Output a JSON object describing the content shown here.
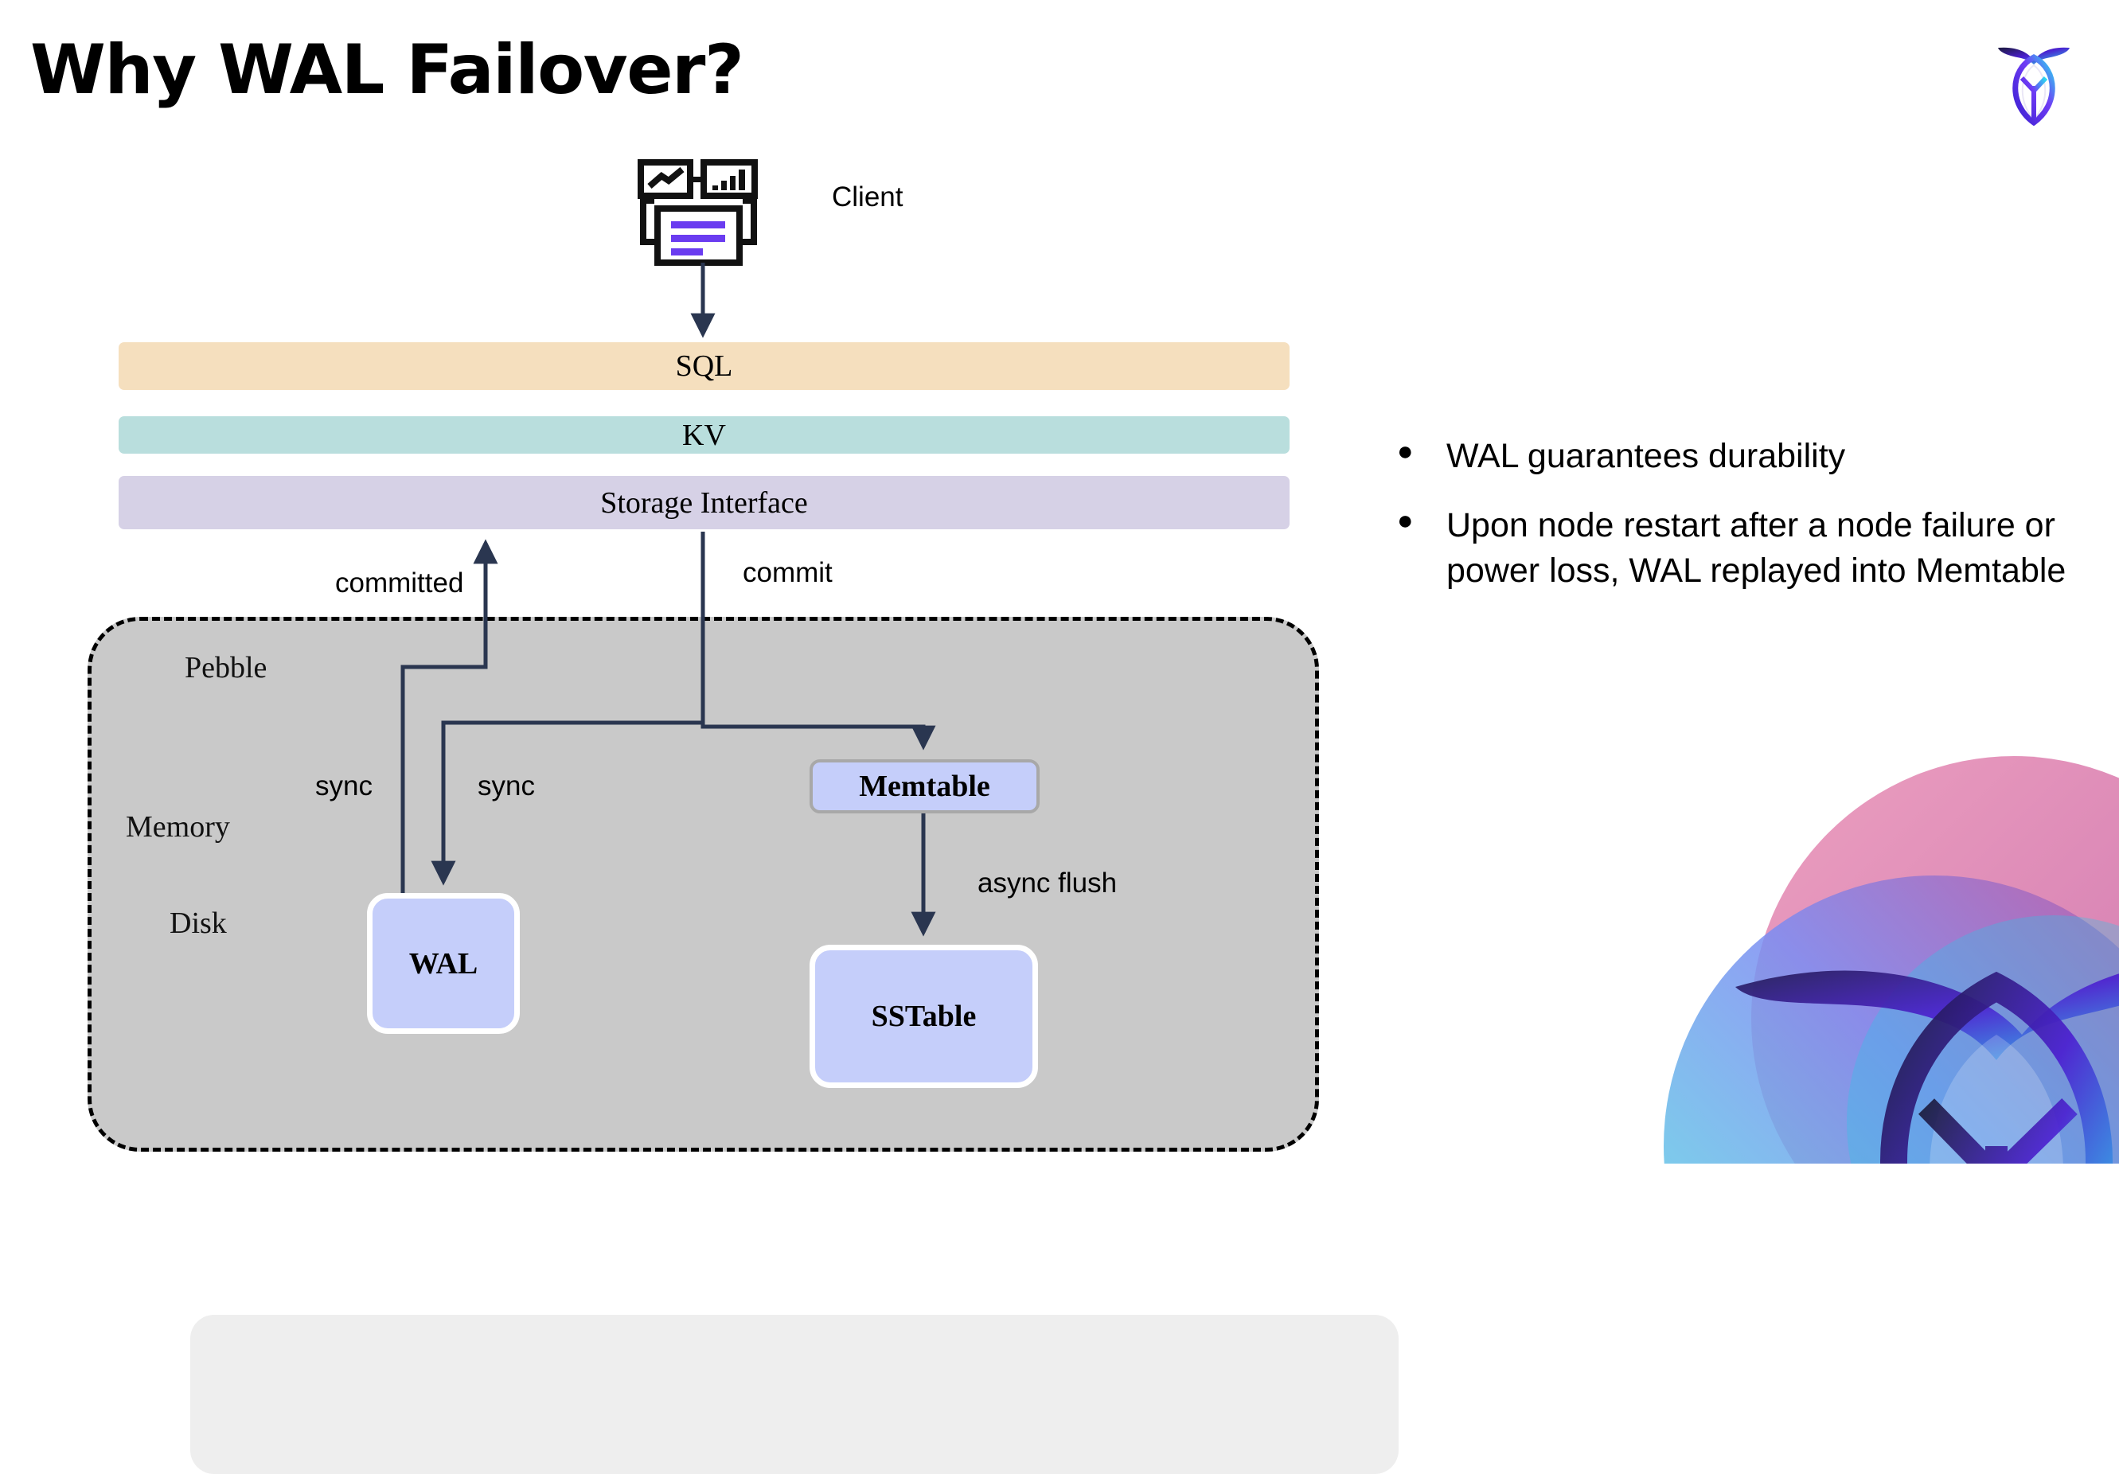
{
  "slide": {
    "title": "Why WAL Failover?",
    "background_color": "#ffffff"
  },
  "brand": {
    "logo_name": "cockroachdb-logo",
    "gradient_colors": [
      "#1b1a3b",
      "#4b1fd0",
      "#6f3cf5",
      "#29e0f0"
    ]
  },
  "decoration": {
    "watermark_name": "cockroachdb-watermark",
    "colors": [
      "#e0739f",
      "#c0569f",
      "#56e8e0",
      "#6f7cf0",
      "#3b1fd0",
      "#1b1a3b"
    ]
  },
  "diagram": {
    "client": {
      "label": "Client",
      "icon_name": "client-dashboard-icon",
      "accent_color": "#6a3cf0"
    },
    "layers": [
      {
        "id": "sql",
        "label": "SQL",
        "color": "#f5dfbe"
      },
      {
        "id": "kv",
        "label": "KV",
        "color": "#b9dedd"
      },
      {
        "id": "storage",
        "label": "Storage Interface",
        "color": "#d6d1e6"
      }
    ],
    "engine": {
      "label": "Pebble",
      "fill_color": "#c9c9c9",
      "border_style": "dashed",
      "border_color": "#000000",
      "regions": [
        {
          "id": "memory",
          "label": "Memory",
          "color": "#eeeeee"
        },
        {
          "id": "disk",
          "label": "Disk",
          "color": "#c9c9c9"
        }
      ]
    },
    "boxes": [
      {
        "id": "memtable",
        "label": "Memtable",
        "fill": "#c5cefa",
        "border": "#a8a8a8"
      },
      {
        "id": "wal",
        "label": "WAL",
        "fill": "#c5cefa",
        "border": "#ffffff"
      },
      {
        "id": "sstable",
        "label": "SSTable",
        "fill": "#c5cefa",
        "border": "#ffffff"
      }
    ],
    "edges": [
      {
        "id": "client-to-sql",
        "label": "",
        "from": "client",
        "to": "sql"
      },
      {
        "id": "committed",
        "label": "committed",
        "from": "wal",
        "to": "storage"
      },
      {
        "id": "commit",
        "label": "commit",
        "from": "storage",
        "to": "memtable"
      },
      {
        "id": "sync-1",
        "label": "sync",
        "from": "wal",
        "to": "storage"
      },
      {
        "id": "sync-2",
        "label": "sync",
        "from": "storage",
        "to": "wal"
      },
      {
        "id": "async-flush",
        "label": "async flush",
        "from": "memtable",
        "to": "sstable"
      }
    ],
    "connector_color": "#2a3650"
  },
  "notes": {
    "bullet_marker": "●",
    "bullets": [
      "WAL guarantees durability",
      "Upon node restart after a node failure or power loss, WAL replayed into Memtable"
    ]
  }
}
